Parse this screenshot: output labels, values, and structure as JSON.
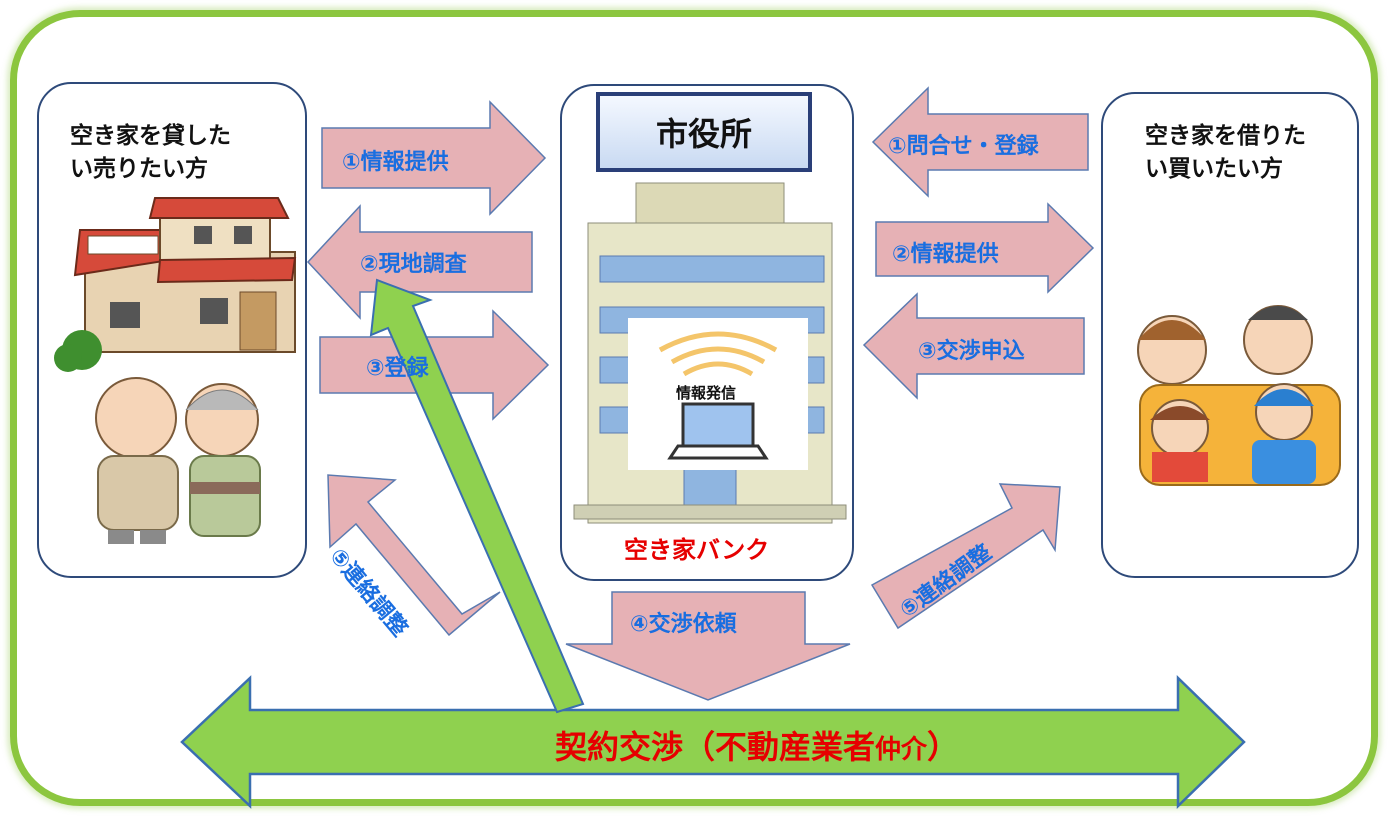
{
  "left_panel": {
    "title_line1": "空き家を貸した",
    "title_line2": "い売りたい方"
  },
  "right_panel": {
    "title_line1": "空き家を借りた",
    "title_line2": "い買いたい方"
  },
  "city_hall": {
    "label": "市役所",
    "info_label": "情報発信",
    "bank_label": "空き家バンク"
  },
  "arrows": {
    "left_info": "①情報提供",
    "left_survey": "②現地調査",
    "left_register": "③登録",
    "left_contact": "⑤連絡調整",
    "right_inquiry": "①問合せ・登録",
    "right_info": "②情報提供",
    "right_apply": "③交渉申込",
    "right_contact": "⑤連絡調整",
    "down_request": "④交渉依頼"
  },
  "negotiation": {
    "main": "契約交渉（不動産業者",
    "small": "仲介",
    "end": "）"
  },
  "colors": {
    "frame": "#8cc63f",
    "arrow_fill": "#e6b1b5",
    "arrow_stroke": "#5b7ab0",
    "label_blue": "#1a6ee0",
    "accent_red": "#e60000",
    "green_arrow": "#8fd14f"
  }
}
